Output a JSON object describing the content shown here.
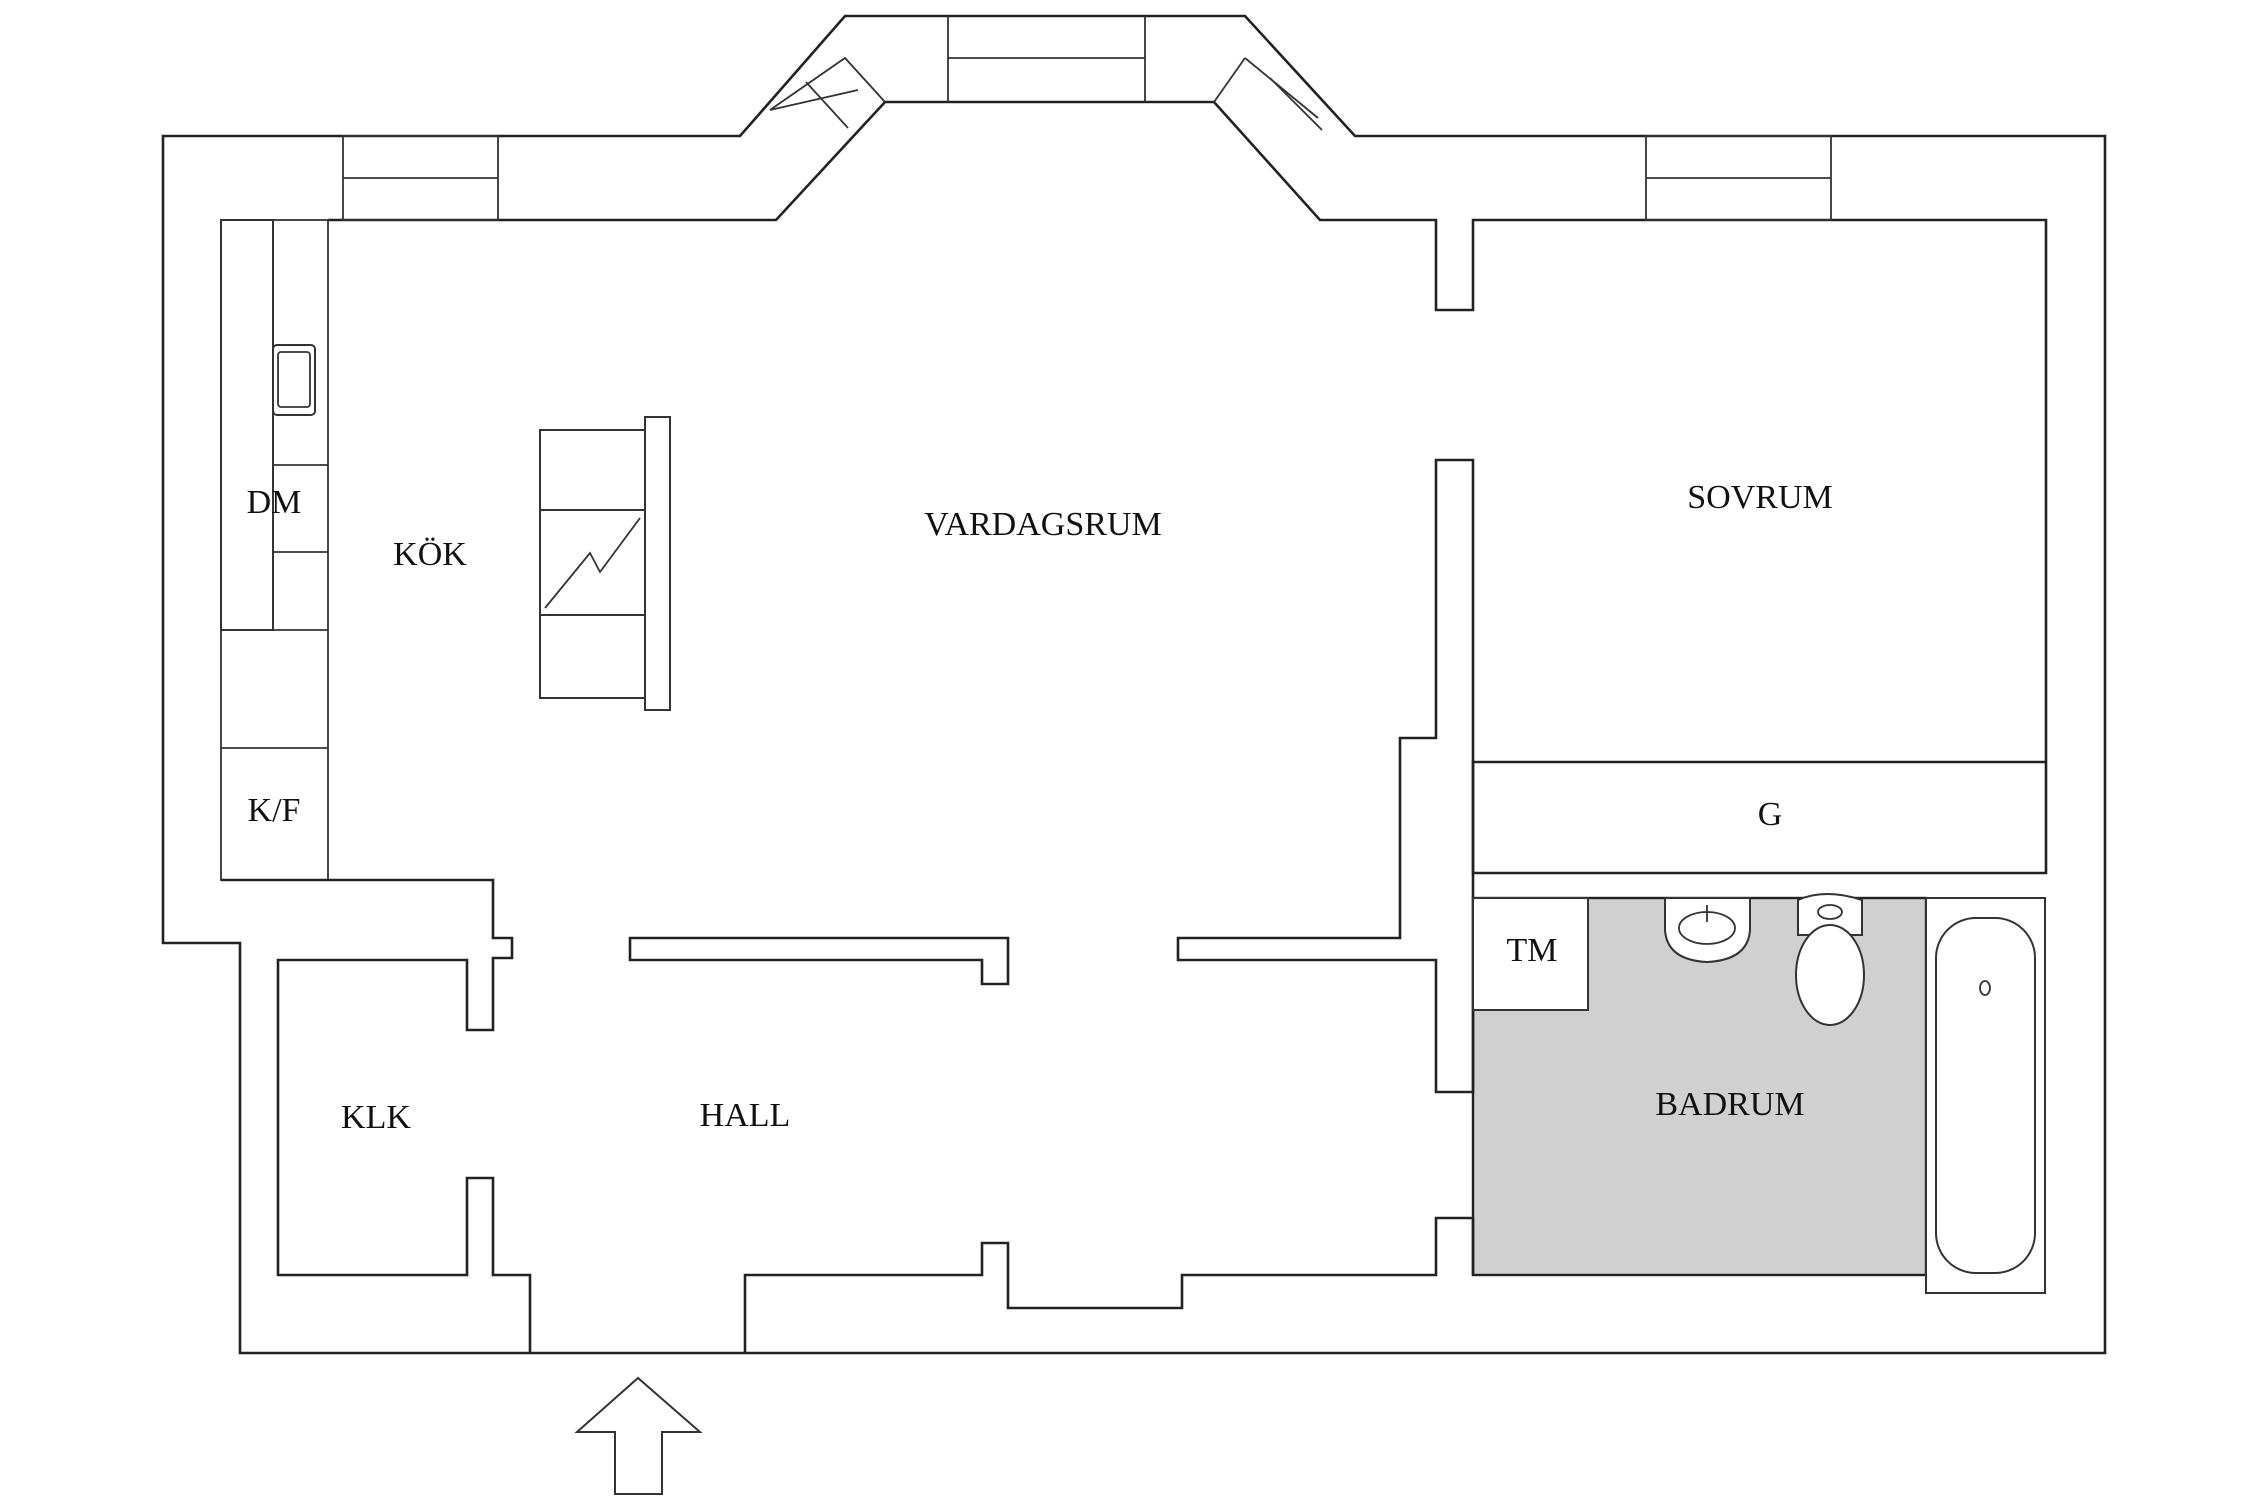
{
  "rooms": {
    "vardagsrum": "VARDAGSRUM",
    "kok": "KÖK",
    "sovrum": "SOVRUM",
    "hall": "HALL",
    "klk": "KLK",
    "badrum": "BADRUM",
    "dm": "DM",
    "kf": "K/F",
    "g": "G",
    "tm": "TM"
  },
  "colors": {
    "wall": "#222222",
    "bathroom_floor": "#d0d0d0",
    "background": "#ffffff"
  },
  "icons": {
    "entrance": "entrance-arrow-icon",
    "stove": "fireplace-icon",
    "sink": "kitchen-sink-icon"
  }
}
